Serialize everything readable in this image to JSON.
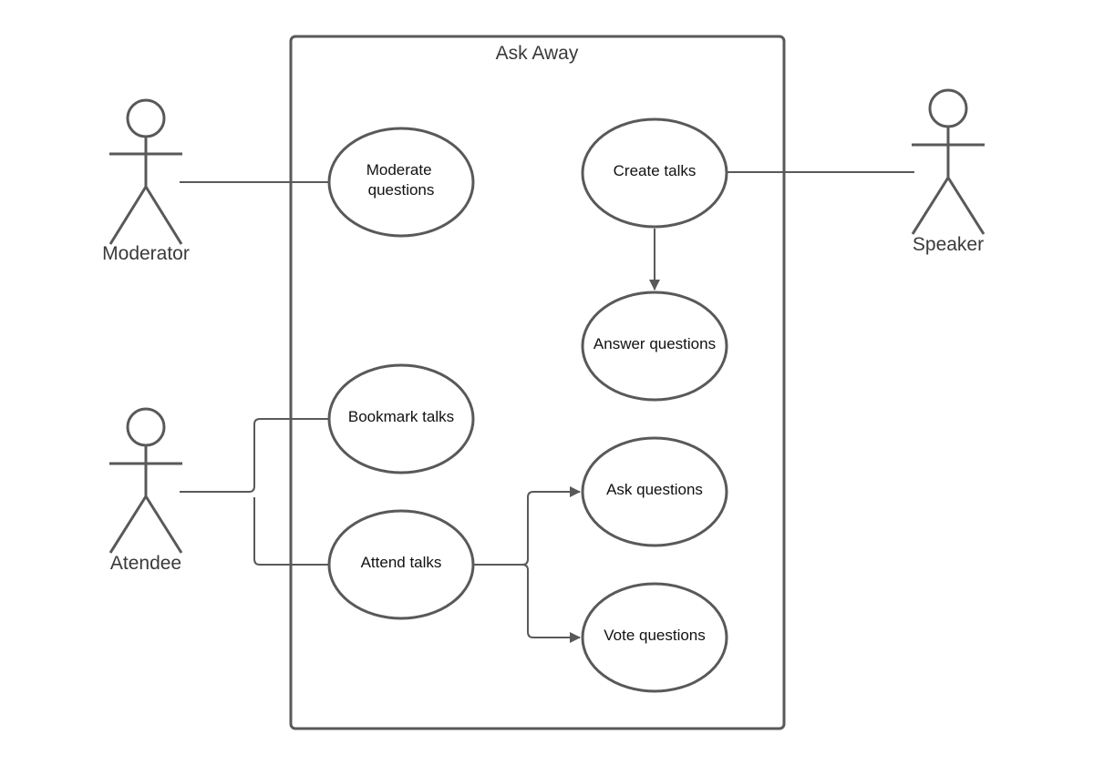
{
  "system": {
    "title": "Ask Away"
  },
  "actors": {
    "moderator": "Moderator",
    "attendee": "Atendee",
    "speaker": "Speaker"
  },
  "use_cases": {
    "moderate": [
      "Moderate",
      "questions"
    ],
    "create_talks": "Create talks",
    "answer_questions": "Answer questions",
    "bookmark_talks": "Bookmark talks",
    "attend_talks": "Attend talks",
    "ask_questions": "Ask questions",
    "vote_questions": "Vote questions"
  },
  "colors": {
    "stroke": "#595959",
    "text": "#111111",
    "label": "#3a3a3a"
  }
}
